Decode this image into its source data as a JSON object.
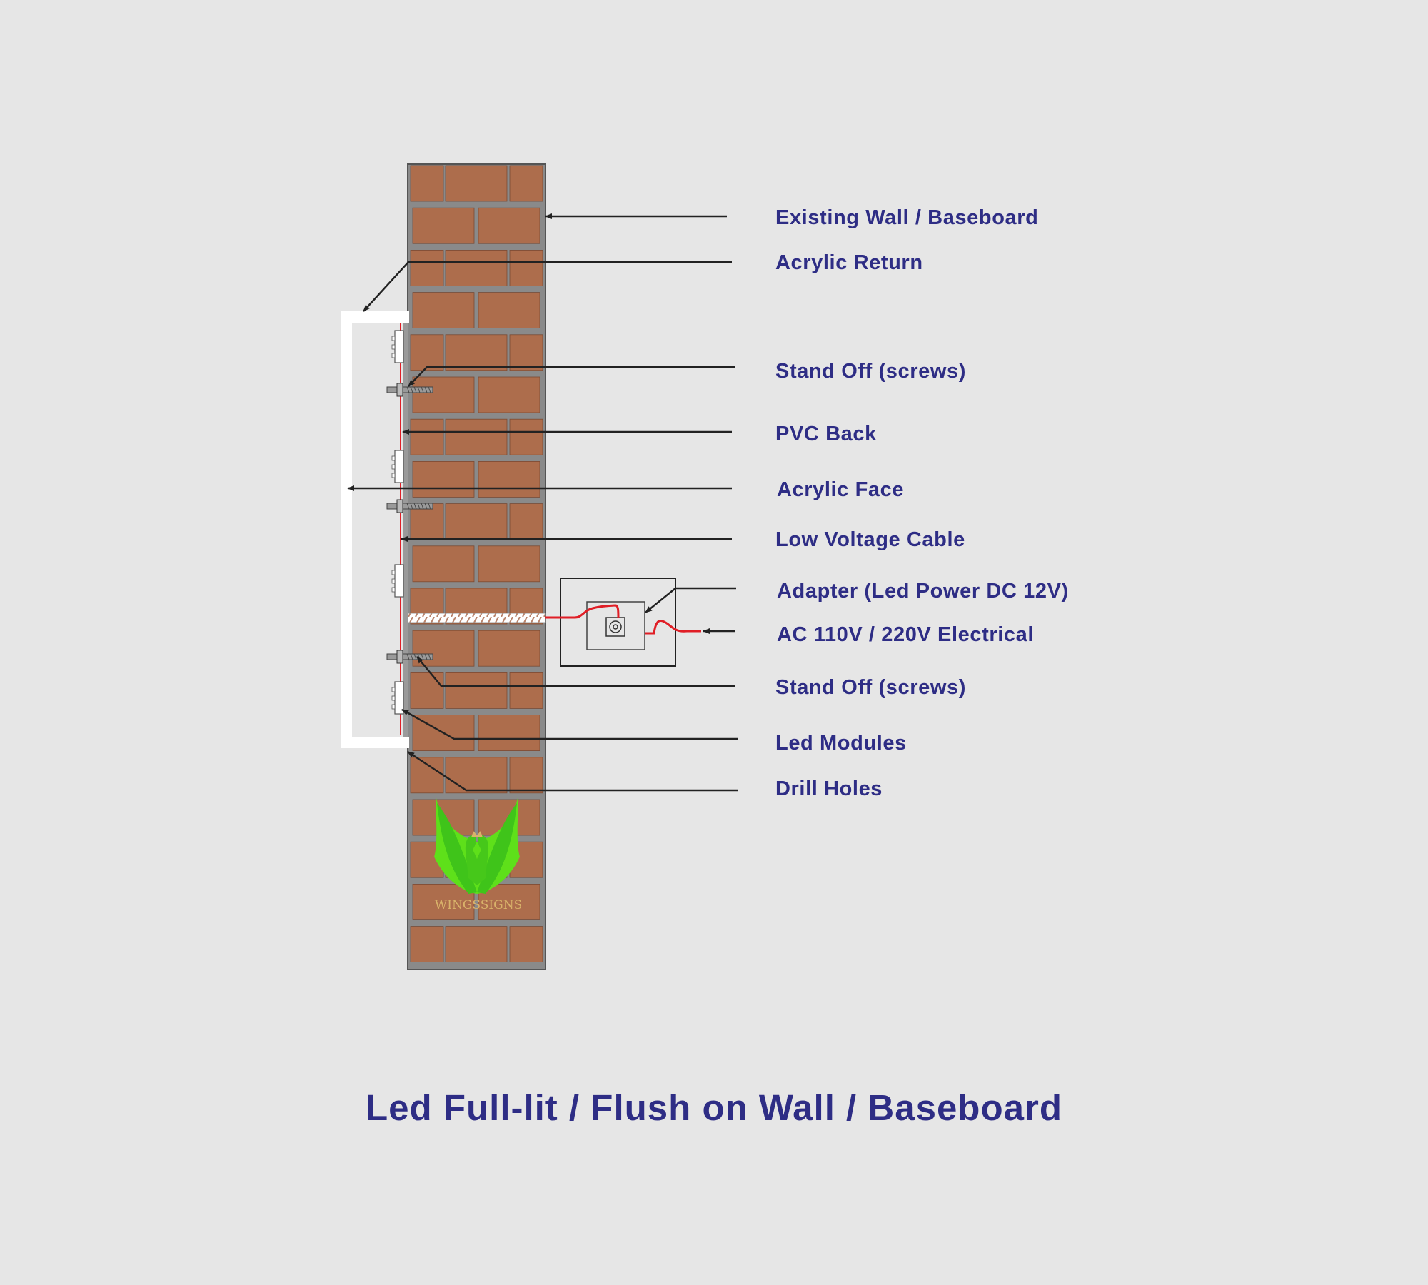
{
  "title": "Led Full-lit / Flush on Wall / Baseboard",
  "callouts": [
    {
      "id": "existing-wall",
      "label": "Existing Wall / Baseboard"
    },
    {
      "id": "acrylic-return",
      "label": "Acrylic Return"
    },
    {
      "id": "stand-off-top",
      "label": "Stand Off (screws)"
    },
    {
      "id": "pvc-back",
      "label": "PVC Back"
    },
    {
      "id": "acrylic-face",
      "label": "Acrylic Face"
    },
    {
      "id": "low-voltage-cable",
      "label": "Low Voltage Cable"
    },
    {
      "id": "adapter",
      "label": "Adapter (Led Power DC 12V)"
    },
    {
      "id": "ac-electrical",
      "label": "AC 110V / 220V Electrical"
    },
    {
      "id": "stand-off-bottom",
      "label": "Stand Off (screws)"
    },
    {
      "id": "led-modules",
      "label": "Led Modules"
    },
    {
      "id": "drill-holes",
      "label": "Drill Holes"
    }
  ],
  "logo": {
    "text": "WINGSSIGNS",
    "icon": "swan-logo-icon"
  },
  "colors": {
    "background": "#e6e6e6",
    "brick": "#ad6d4c",
    "mortar": "#8a8a8a",
    "label": "#2e2d85",
    "cable": "#e01e26",
    "logo_green": "#5ee01a",
    "logo_gold": "#d9b36a"
  }
}
